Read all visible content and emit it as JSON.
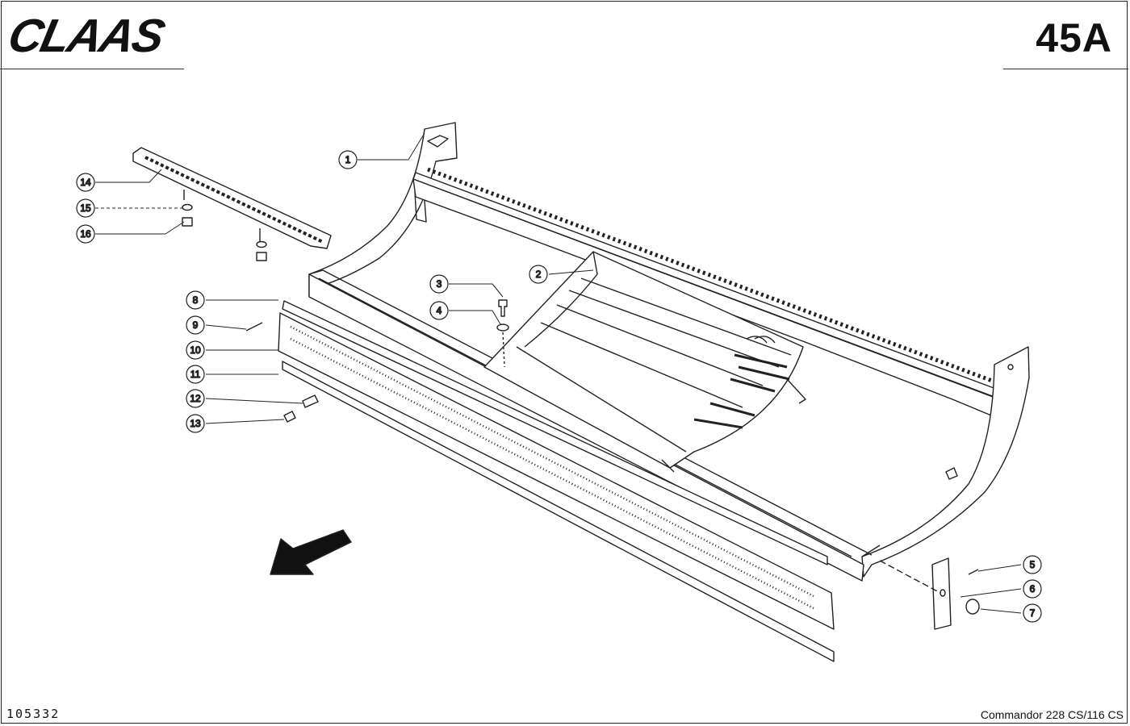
{
  "header": {
    "brand": "CLAAS",
    "page_number": "45A"
  },
  "callouts": [
    {
      "id": "1",
      "label": "1"
    },
    {
      "id": "2",
      "label": "2"
    },
    {
      "id": "3",
      "label": "3"
    },
    {
      "id": "4",
      "label": "4"
    },
    {
      "id": "5",
      "label": "5"
    },
    {
      "id": "6",
      "label": "6"
    },
    {
      "id": "7",
      "label": "7"
    },
    {
      "id": "8",
      "label": "8"
    },
    {
      "id": "9",
      "label": "9"
    },
    {
      "id": "10",
      "label": "10"
    },
    {
      "id": "11",
      "label": "11"
    },
    {
      "id": "12",
      "label": "12"
    },
    {
      "id": "13",
      "label": "13"
    },
    {
      "id": "14",
      "label": "14"
    },
    {
      "id": "15",
      "label": "15"
    },
    {
      "id": "16",
      "label": "16"
    }
  ],
  "footer": {
    "drawing_number": "105332",
    "model": "Commandor 228 CS/116 CS"
  }
}
